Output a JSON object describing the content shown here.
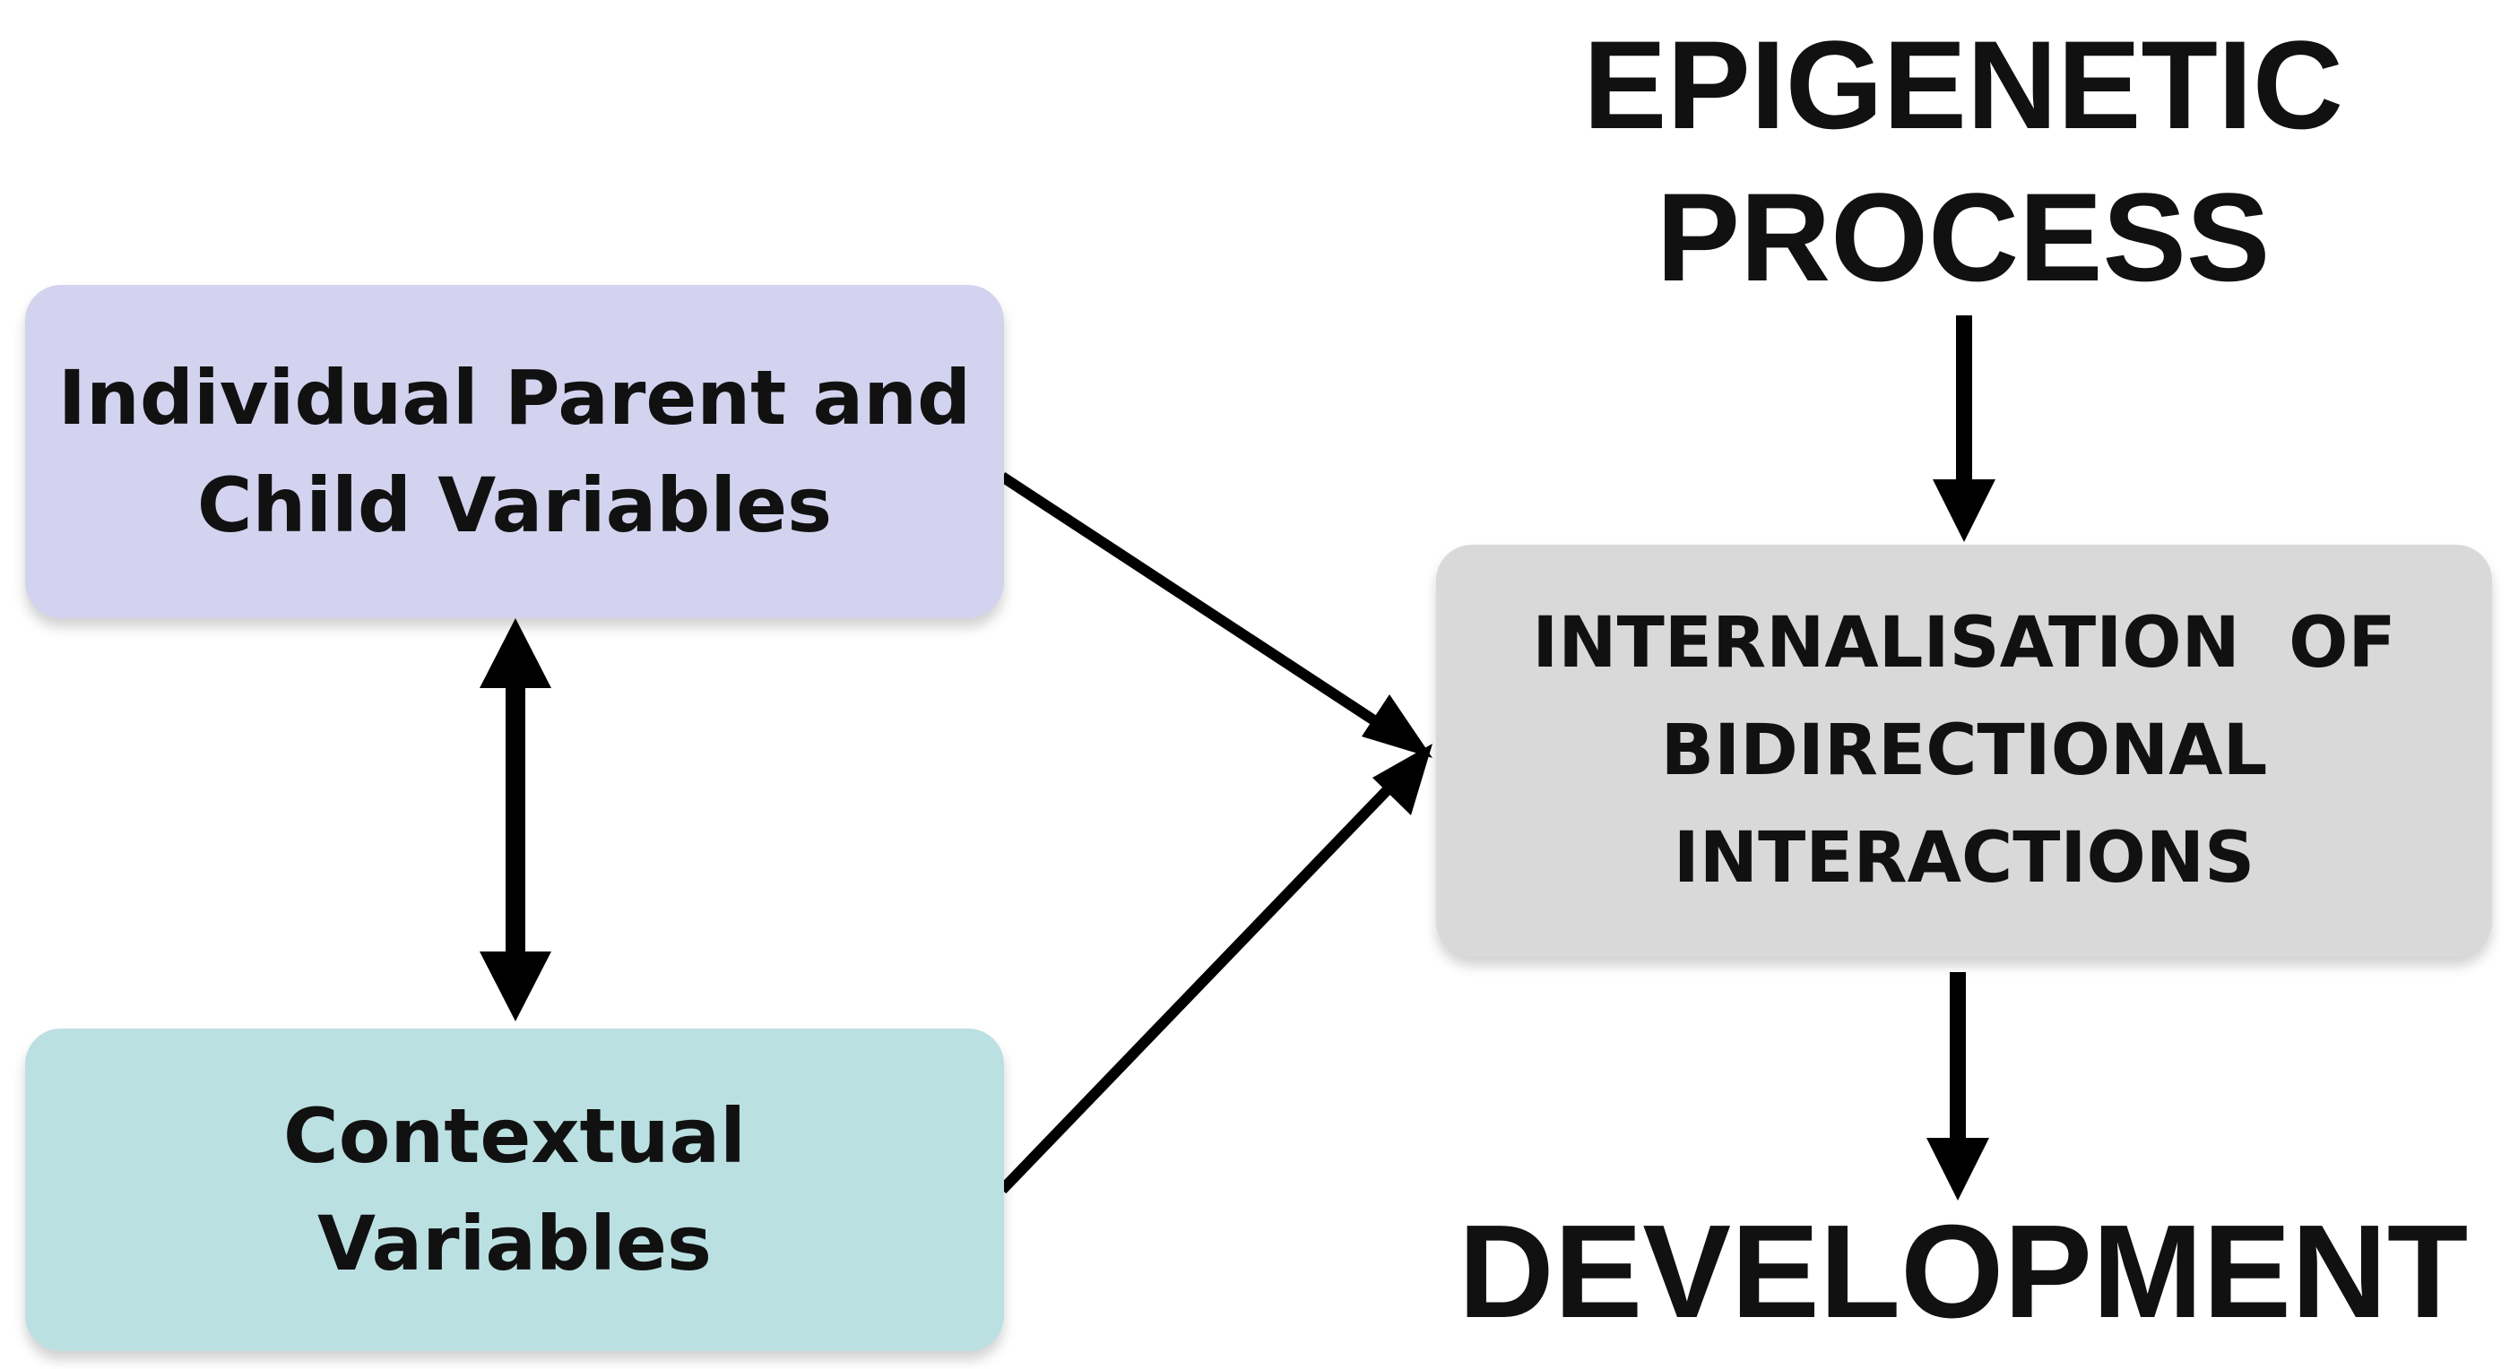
{
  "nodes": {
    "parent_child": {
      "lines": [
        "Individual Parent and",
        "Child Variables"
      ],
      "color": "#d3d3f0"
    },
    "contextual": {
      "lines": [
        "Contextual",
        "Variables"
      ],
      "color": "#bbe0e2"
    },
    "internalisation": {
      "lines": [
        "INTERNALISATION  OF",
        "BIDIRECTIONAL",
        "INTERACTIONS"
      ],
      "color": "#d9d9d9"
    }
  },
  "labels": {
    "epigenetic": [
      "EPIGENETIC",
      "PROCESS"
    ],
    "development": "DEVELOPMENT"
  },
  "edges": [
    {
      "from": "parent_child",
      "to": "contextual",
      "direction": "both"
    },
    {
      "from": "parent_child",
      "to": "internalisation",
      "direction": "forward"
    },
    {
      "from": "contextual",
      "to": "internalisation",
      "direction": "forward"
    },
    {
      "from": "epigenetic",
      "to": "internalisation",
      "direction": "forward"
    },
    {
      "from": "internalisation",
      "to": "development",
      "direction": "forward"
    }
  ]
}
